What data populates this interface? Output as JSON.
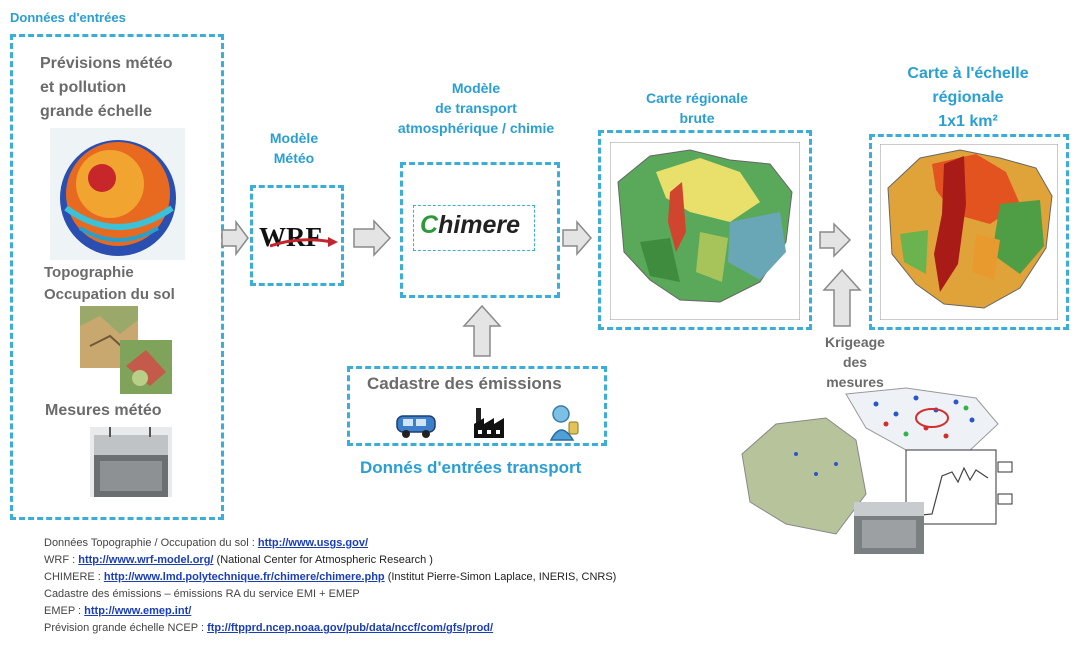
{
  "inputs": {
    "header": "Données d'entrées",
    "forecast_l1": "Prévisions météo",
    "forecast_l2": "et pollution",
    "forecast_l3": "grande échelle",
    "topo_l1": "Topographie",
    "topo_l2": "Occupation du sol",
    "mesures": "Mesures météo"
  },
  "meteo_model": {
    "l1": "Modèle",
    "l2": "Météo",
    "logo": "WRF"
  },
  "transport_model": {
    "l1": "Modèle",
    "l2": "de transport",
    "l3": "atmosphérique / chimie",
    "logo": "Chimere",
    "logo_first": "C",
    "logo_rest": "himere"
  },
  "regional_raw": {
    "l1": "Carte régionale",
    "l2": "brute"
  },
  "regional_final": {
    "l1": "Carte à l'échelle",
    "l2": "régionale",
    "l3": "1x1 km²"
  },
  "cadastre": {
    "title": "Cadastre des émissions",
    "footer": "Donnés d'entrées transport"
  },
  "krigeage": {
    "l1": "Krigeage",
    "l2": "des",
    "l3": "mesures"
  },
  "references": [
    {
      "label": "Données Topographie / Occupation du sol  : ",
      "link": "http://www.usgs.gov/",
      "note": ""
    },
    {
      "label": "WRF : ",
      "link": "http://www.wrf-model.org/",
      "note": " (National Center for Atmospheric Research )"
    },
    {
      "label": "CHIMERE : ",
      "link": "http://www.lmd.polytechnique.fr/chimere/chimere.php",
      "note": " (Institut Pierre-Simon Laplace, INERIS, CNRS)"
    },
    {
      "label": "Cadastre des émissions – émissions RA du service EMI  + EMEP",
      "link": "",
      "note": ""
    },
    {
      "label": "EMEP : ",
      "link": "http://www.emep.int/",
      "note": ""
    },
    {
      "label": "Prévision grande échelle NCEP : ",
      "link": "ftp://ftpprd.ncep.noaa.gov/pub/data/nccf/com/gfs/prod/",
      "note": ""
    }
  ],
  "colors": {
    "accent": "#2a9fd3",
    "dash": "#3aaed8",
    "arrow": "#d6d6d6"
  }
}
